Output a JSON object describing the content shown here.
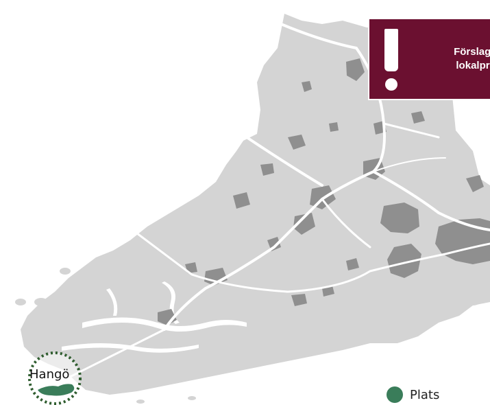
{
  "notice": {
    "line1": "Förslag till r",
    "line2": "lokalprojek",
    "background": "#6b1030",
    "icon": "exclamation-icon"
  },
  "places": [
    {
      "name": "Hangö"
    }
  ],
  "legend": {
    "label": "Plats",
    "color": "#3a7d5a"
  },
  "colors": {
    "land": "#d4d4d4",
    "urban": "#8f8f8f",
    "roads": "#ffffff",
    "place_marker": "#3a7d5a",
    "place_ring": "#2f5d2f"
  }
}
